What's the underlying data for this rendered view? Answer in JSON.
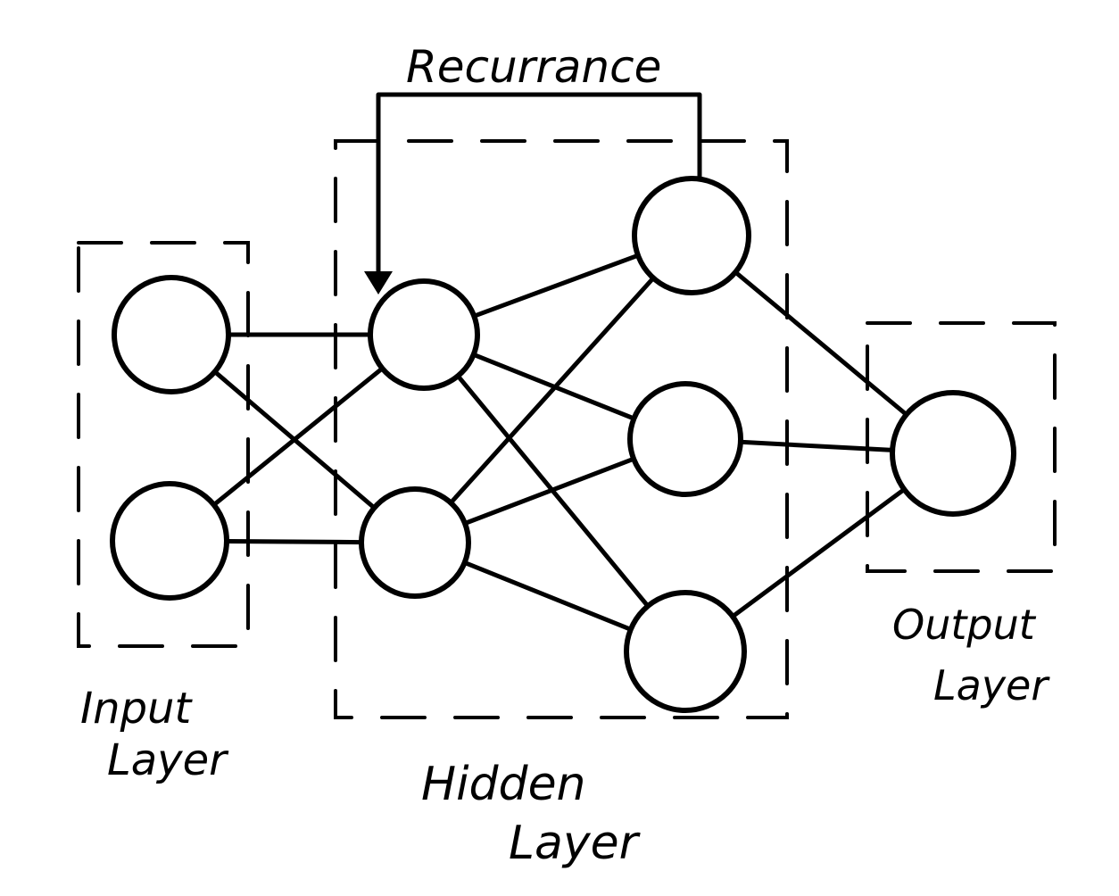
{
  "diagram": {
    "recurrence_label": "Recurrance",
    "input_layer_label": [
      "Input",
      "Layer"
    ],
    "hidden_layer_label": [
      "Hidden",
      "Layer"
    ],
    "output_layer_label": [
      "Output",
      "Layer"
    ],
    "colors": {
      "ink": "#000000",
      "background": "#ffffff"
    },
    "layers": {
      "input": [
        "i1",
        "i2"
      ],
      "hidden1": [
        "h1",
        "h2"
      ],
      "hidden2": [
        "h3",
        "h4",
        "h5"
      ],
      "output": [
        "o1"
      ]
    },
    "connections": [
      [
        "i1",
        "h1"
      ],
      [
        "i1",
        "h2"
      ],
      [
        "i2",
        "h1"
      ],
      [
        "i2",
        "h2"
      ],
      [
        "h1",
        "h3"
      ],
      [
        "h1",
        "h4"
      ],
      [
        "h1",
        "h5"
      ],
      [
        "h2",
        "h3"
      ],
      [
        "h2",
        "h4"
      ],
      [
        "h2",
        "h5"
      ],
      [
        "h3",
        "o1"
      ],
      [
        "h4",
        "o1"
      ],
      [
        "h5",
        "o1"
      ]
    ],
    "recurrence": {
      "from": "h3",
      "to": "h1"
    }
  }
}
